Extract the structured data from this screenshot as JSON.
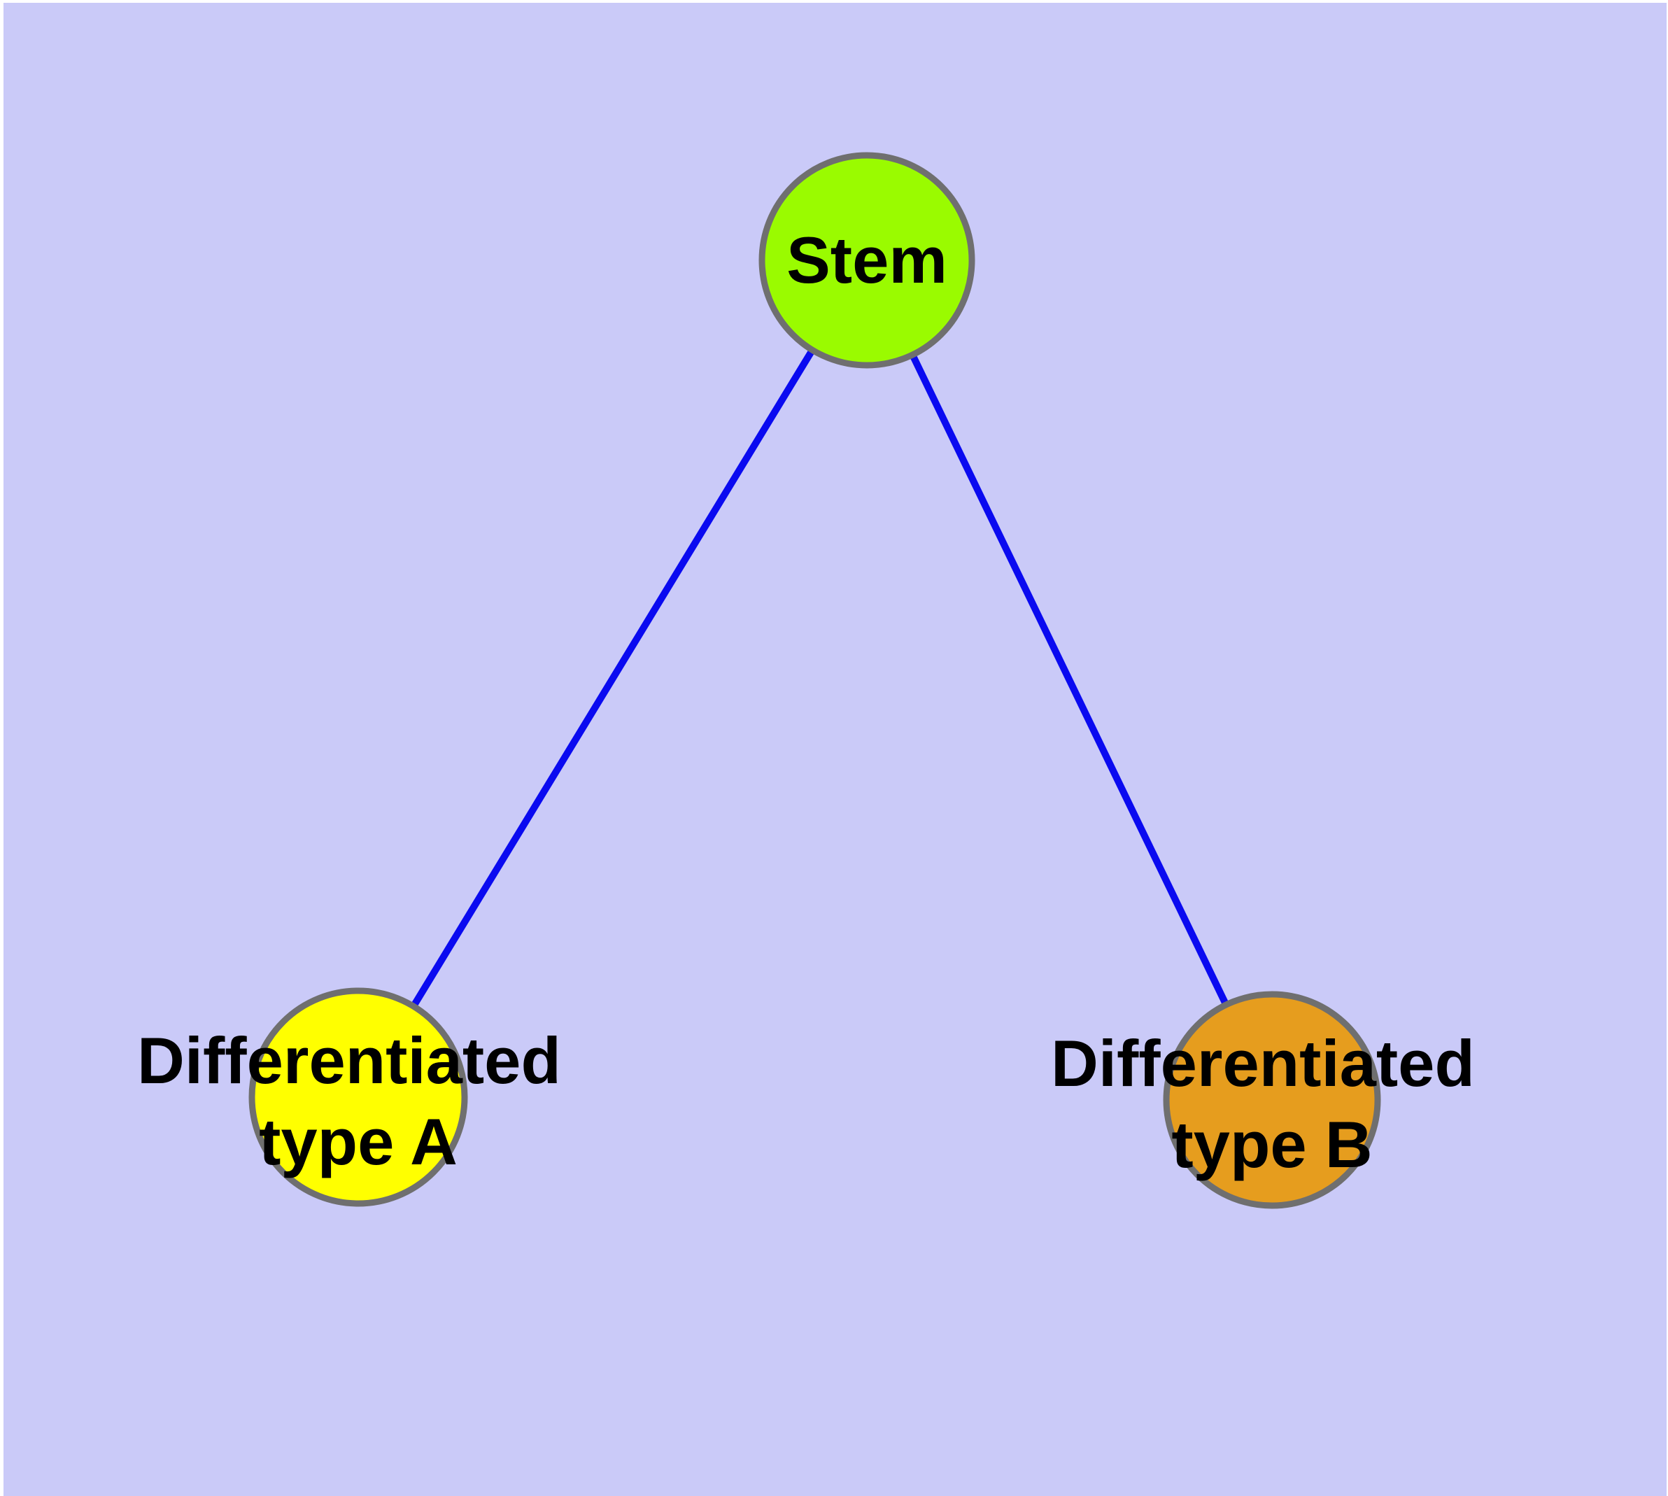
{
  "colors": {
    "frame": "#ffffff",
    "background": "#cacaf8",
    "edge": "#0a0af0",
    "node_border": "#6f6f6f",
    "label_text": "#000000",
    "stem_fill": "#9afb00",
    "type_a_fill": "#ffff00",
    "type_b_fill": "#e69d1e"
  },
  "graph": {
    "nodes": [
      {
        "id": "stem",
        "label": "Stem",
        "label_lines": {
          "line1": "Stem"
        }
      },
      {
        "id": "differentiated-type-a",
        "label": "Differentiated type A",
        "label_lines": {
          "line1": "Differentiated",
          "line2": "type A"
        }
      },
      {
        "id": "differentiated-type-b",
        "label": "Differentiated type B",
        "label_lines": {
          "line1": "Differentiated",
          "line2": "type B"
        }
      }
    ],
    "edges": [
      {
        "from": "stem",
        "to": "differentiated-type-a"
      },
      {
        "from": "stem",
        "to": "differentiated-type-b"
      }
    ]
  }
}
